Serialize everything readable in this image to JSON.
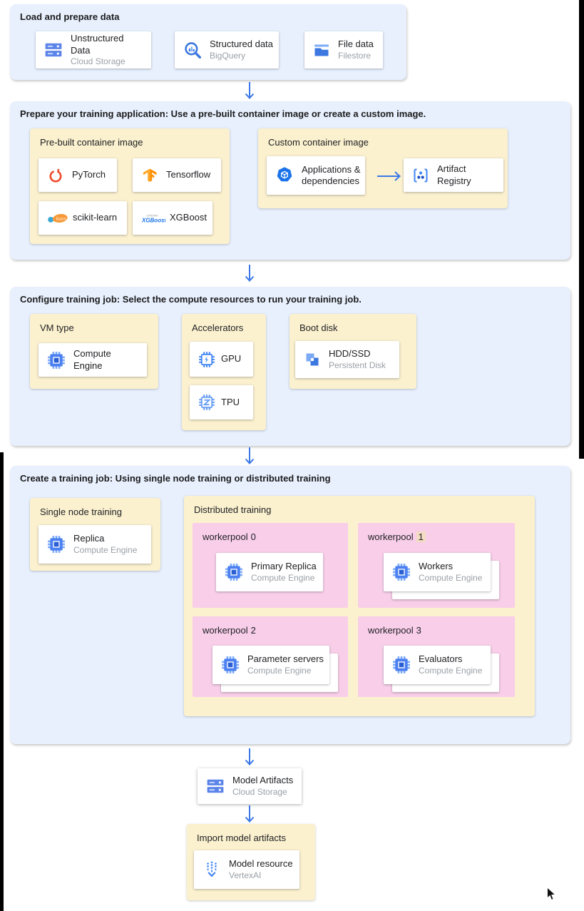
{
  "palette": {
    "section_bg": "#E8F0FE",
    "panel_bg": "#FBF1CF",
    "pool_bg": "#F8CEE9",
    "card_bg": "#FFFFFF",
    "arrow_blue": "#3B78E7",
    "title_text": "#202124",
    "subtitle_text": "#9AA0A6",
    "highlight_tan": "#F3DCC3",
    "letterbox_black": "#000000"
  },
  "sections": {
    "load": {
      "title": "Load and prepare data",
      "cards": [
        {
          "title": "Unstructured Data",
          "subtitle": "Cloud Storage",
          "icon": "cloud-storage-icon"
        },
        {
          "title": "Structured data",
          "subtitle": "BigQuery",
          "icon": "bigquery-icon"
        },
        {
          "title": "File data",
          "subtitle": "Filestore",
          "icon": "filestore-icon"
        }
      ]
    },
    "prepare": {
      "title": "Prepare your training application: Use a pre-built container image or create a custom image.",
      "prebuilt": {
        "title": "Pre-built container image",
        "cards": [
          {
            "title": "PyTorch",
            "icon": "pytorch-icon"
          },
          {
            "title": "Tensorflow",
            "icon": "tensorflow-icon"
          },
          {
            "title": "scikit-learn",
            "icon": "scikit-learn-icon"
          },
          {
            "title": "XGBoost",
            "icon": "xgboost-icon"
          }
        ]
      },
      "custom": {
        "title": "Custom container image",
        "source_card": {
          "title": "Applications & dependencies",
          "icon": "applications-dependencies-icon"
        },
        "target_card": {
          "title": "Artifact Registry",
          "icon": "artifact-registry-icon"
        }
      }
    },
    "configure": {
      "title": "Configure training job: Select the compute resources to run your training job.",
      "vm_type": {
        "title": "VM type",
        "card": {
          "title": "Compute Engine",
          "icon": "compute-engine-icon"
        }
      },
      "accelerators": {
        "title": "Accelerators",
        "cards": [
          {
            "title": "GPU",
            "icon": "gpu-icon"
          },
          {
            "title": "TPU",
            "icon": "tpu-icon"
          }
        ]
      },
      "boot_disk": {
        "title": "Boot disk",
        "card": {
          "title": "HDD/SSD",
          "subtitle": "Persistent Disk",
          "icon": "persistent-disk-icon"
        }
      }
    },
    "create": {
      "title": "Create a training job: Using single node training or distributed training",
      "single_node": {
        "title": "Single node training",
        "card": {
          "title": "Replica",
          "subtitle": "Compute Engine",
          "icon": "compute-engine-icon"
        }
      },
      "distributed": {
        "title": "Distributed training",
        "pools": [
          {
            "label": "workerpool",
            "num": "0",
            "num_highlighted": false,
            "stacked": false,
            "card": {
              "title": "Primary Replica",
              "subtitle": "Compute Engine",
              "icon": "compute-engine-icon"
            }
          },
          {
            "label": "workerpool",
            "num": "1",
            "num_highlighted": true,
            "stacked": true,
            "card": {
              "title": "Workers",
              "subtitle": "Compute Engine",
              "icon": "compute-engine-icon"
            }
          },
          {
            "label": "workerpool",
            "num": "2",
            "num_highlighted": false,
            "stacked": true,
            "card": {
              "title": "Parameter servers",
              "subtitle": "Compute Engine",
              "icon": "compute-engine-icon"
            }
          },
          {
            "label": "workerpool",
            "num": "3",
            "num_highlighted": false,
            "stacked": true,
            "card": {
              "title": "Evaluators",
              "subtitle": "Compute Engine",
              "icon": "compute-engine-icon"
            }
          }
        ]
      }
    },
    "model_artifacts_card": {
      "title": "Model Artifacts",
      "subtitle": "Cloud Storage",
      "icon": "cloud-storage-icon"
    },
    "import_model": {
      "title": "Import model artifacts",
      "card": {
        "title": "Model resource",
        "subtitle": "VertexAI",
        "icon": "vertex-ai-icon"
      }
    }
  }
}
